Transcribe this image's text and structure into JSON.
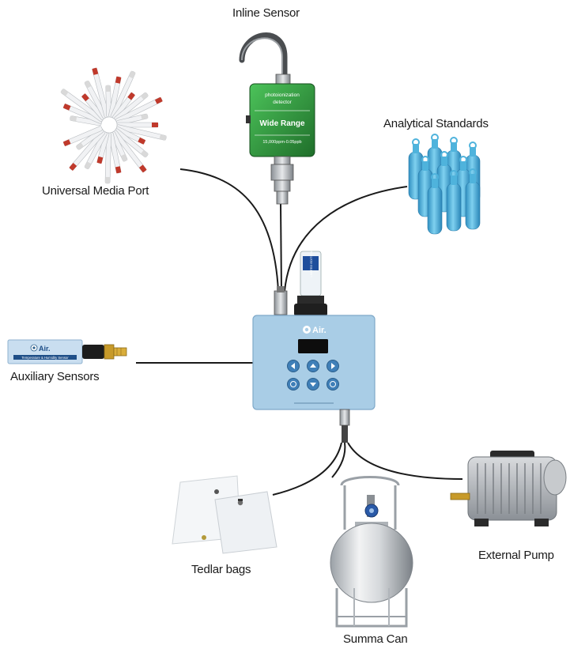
{
  "labels": {
    "inline_sensor": "Inline Sensor",
    "universal_media_port": "Universal Media Port",
    "analytical_standards": "Analytical Standards",
    "auxiliary_sensors": "Auxiliary Sensors",
    "tedlar_bags": "Tedlar bags",
    "summa_can": "Summa Can",
    "external_pump": "External Pump"
  },
  "inline_sensor_device": {
    "line1": "photoionization",
    "line2": "detector",
    "line3": "Wide Range",
    "line4": "15,000ppm-0.05ppb"
  },
  "main_unit": {
    "logo": "Air."
  },
  "aux_sensor_card": {
    "logo": "Air.",
    "caption": "Temperature & Humidity Sensor"
  },
  "filter_cartridge": {
    "text": "LIMITED EDITION"
  },
  "colors": {
    "unit_body": "#a9cde6",
    "unit_border": "#7fa9c9",
    "sensor_green": "#2e8f3a",
    "cylinder_blue": "#4fb3dc",
    "cable": "#1a1a1a"
  }
}
